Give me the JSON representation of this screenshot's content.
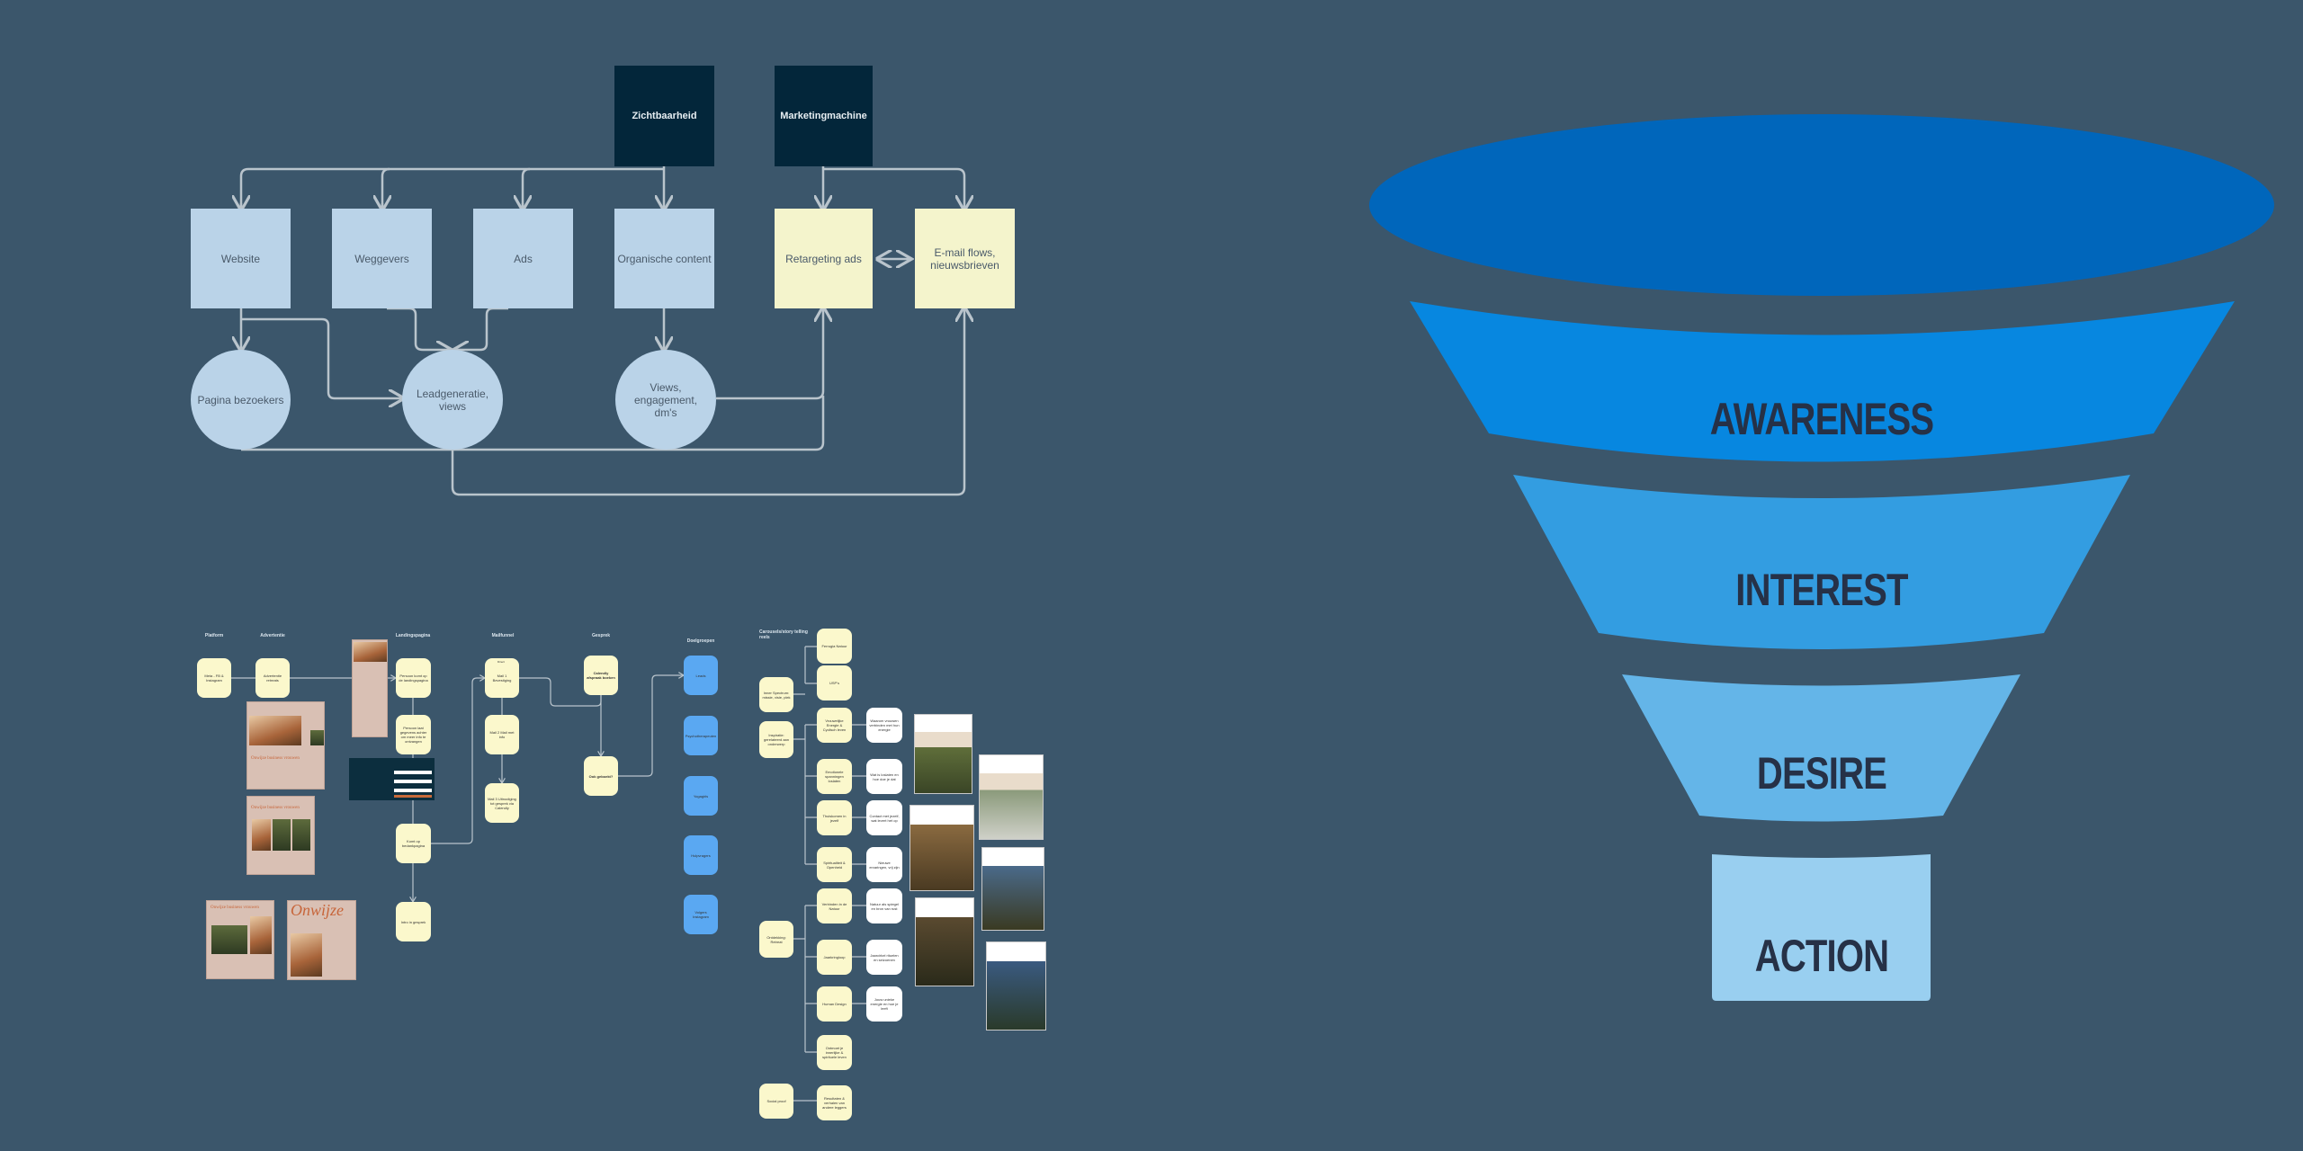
{
  "flow1": {
    "sources": [
      "Zichtbaarheid",
      "Marketingmachine"
    ],
    "channels": [
      "Website",
      "Weggevers",
      "Ads",
      "Organische content",
      "Retargeting ads",
      "E-mail flows, nieuwsbrieven"
    ],
    "results": [
      "Pagina bezoekers",
      "Leadgeneratie, views",
      "Views, engagement, dm's"
    ]
  },
  "flow2": {
    "headers": [
      "Platform",
      "Advertentie",
      "Landingspagina",
      "Mailfunnel",
      "Gesprek",
      "Doelgroepen"
    ],
    "platform": "Meta - FB & Instagram",
    "ad": "Advertentie retreats",
    "landing": [
      "Persoon komt op de landingspagina",
      "Persoon laat gegevens achter om meer info te ontvangen",
      "Komt op bedankpagina",
      "Intro in gesprek"
    ],
    "mail": [
      "Mail 1 Bevestiging",
      "Mail 2 Mail met info",
      "Mail 3 Uitnodiging tot gesprek via Calendly"
    ],
    "mail_note": "Direct",
    "gesprek": [
      "Calendly afspraak boeken",
      "Ook geboekt?"
    ],
    "doelgroepen": [
      "Leads",
      "Psychotherapeuten",
      "Yogagirls",
      "Hulpvragers",
      "Volgers Instagram"
    ],
    "ad_titles": [
      "Onwijze business vrouwen",
      "Onwijze business vrouwen",
      "Onwijze business vrouwen"
    ],
    "ad_big": "Onwijze"
  },
  "flow3": {
    "title": "Carousels/story telling reels",
    "roots": [
      "Inner Spectrum: missie, visie, plek",
      "Inspiratie: gerelateerd aan onderwerp",
      "Ontdekking: Retreat",
      "Social proof"
    ],
    "topics": [
      "Ferrugia Natuur",
      "USP's",
      "Vrouwelijke Energie & Cyclisch leven",
      "Emotionele spanningen loslaten",
      "Thuiskomen in jezelf",
      "Spiritualiteit & Openheid",
      "Verbinden in de Natuur",
      "Jaarkringloop",
      "Human Design",
      "Ontmoet je innerlijke & spirituele leven",
      "Resultaten & verhalen van andere leggers"
    ],
    "details": [
      "Waarom vrouwen verbinden met hun energie",
      "Wat is loslaten en hoe doe je dat",
      "Contact met jezelf, wat levert het op",
      "Nieuwe ervaringen, vrij zijn",
      "Natuur als spiegel en bron van rust",
      "Jaarcirkel rituelen en seizoenen",
      "Jouw unieke energie en hoe je leeft"
    ]
  },
  "funnel": {
    "stages": [
      "AWARENESS",
      "INTEREST",
      "DESIRE",
      "ACTION"
    ],
    "colors": [
      "#0066bb",
      "#0787e0",
      "#339de1",
      "#64b5e8",
      "#99cff0"
    ]
  }
}
